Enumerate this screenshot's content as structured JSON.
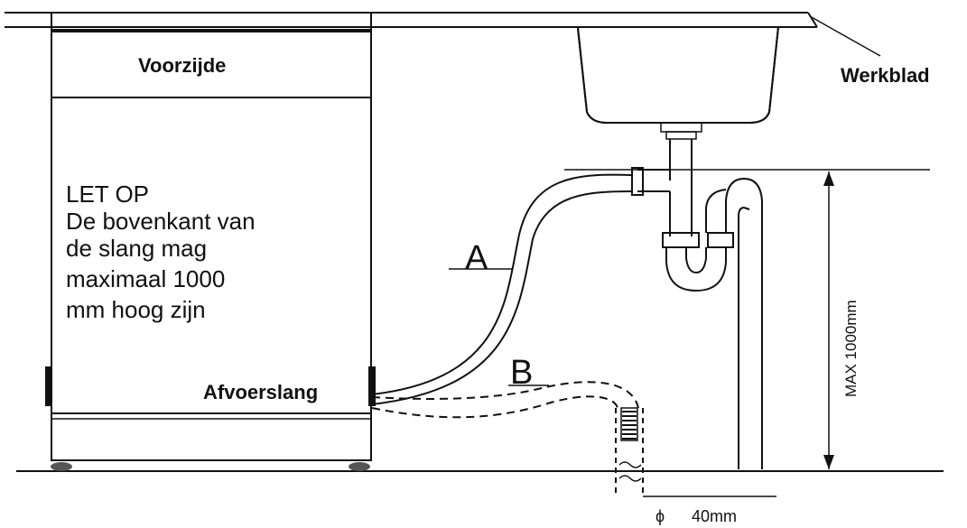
{
  "labels": {
    "front": "Voorzijde",
    "worktop": "Werkblad",
    "note_line1": "LET OP",
    "note_line2": "De bovenkant van",
    "note_line3": "de slang mag",
    "note_line4": "maximaal 1000",
    "note_line5": "mm hoog zijn",
    "drain_hose": "Afvoerslang",
    "option_a": "A",
    "option_b": "B",
    "max_height": "MAX 1000mm",
    "diameter_symbol": "ϕ",
    "diameter_value": "40mm"
  }
}
